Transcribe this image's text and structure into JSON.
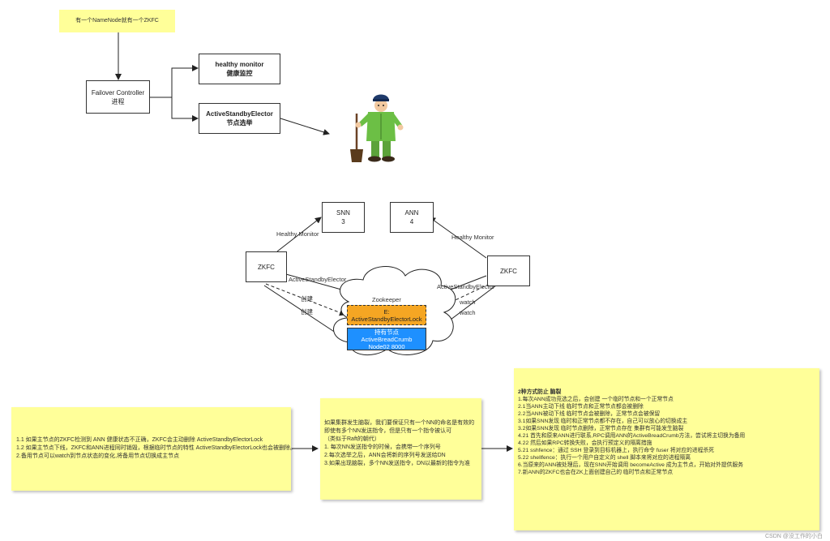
{
  "top_note": "有一个NameNode就有一个ZKFC",
  "failover_controller": {
    "title": "Failover Controller",
    "subtitle": "进程"
  },
  "healthy_monitor": {
    "title": "healthy monitor",
    "subtitle": "健康监控"
  },
  "elector": {
    "title": "ActiveStandbyElector",
    "subtitle": "节点选举"
  },
  "snn": {
    "name": "SNN",
    "num": "3"
  },
  "ann": {
    "name": "ANN",
    "num": "4"
  },
  "zkfc_left": "ZKFC",
  "zkfc_right": "ZKFC",
  "edge_labels": {
    "healthy_left": "Healthy Monitor",
    "healthy_right": "Healthy Monitor",
    "elector_left": "ActiveStandbyElector",
    "elector_right": "ActiveStandbyElector",
    "create1": "创建",
    "create2": "创建",
    "watch1": "watch",
    "watch2": "watch"
  },
  "zookeeper": {
    "label": "Zookeeper",
    "lock_line1": "E:",
    "lock_line2": "ActiveStandbyElectorLock",
    "crumb_line1": "持有节点",
    "crumb_line2": "ActiveBreadCrumb",
    "crumb_line3": "Node02 8000"
  },
  "note_left": {
    "lines": [
      "1.1 如果主节点的ZKFC检测到 ANN 健康状态不正确，ZKFC会主动删除 ActiveStandbyElectorLock",
      "1.2 如果主节点下线，ZKFC和ANN进程同时销毁，根据临时节点的特性 ActiveStandbyElectorLock也会被删除。",
      "",
      "2.备用节点可以watch到节点状态的变化,将备用节点切换成主节点"
    ]
  },
  "note_middle": {
    "lines": [
      "如果集群发生脑裂，我们要保证只有一个NN的命名是有效的",
      "",
      "即使有多个NN发送指令，但是只有一个指令被认可",
      "（类似于Raft的朝代）",
      "",
      "1. 每次NN发送指令的时候，会携带一个序列号",
      "2.每次选举之后，ANN会将新的序列号发送给DN",
      "3.如果出现脑裂，多个NN发送指令，DN以最新的指令为准"
    ]
  },
  "note_right": {
    "lines": [
      "2种方式防止 脑裂",
      "",
      "1.每次ANN成功竞选之后，会创建 一个临时节点和一个正常节点",
      "2.1当ANN主动下线 临时节点和正常节点都会被删除",
      "2.2当ANN被动下线 临时节点会被删除，正常节点会被保留",
      "",
      "3.1如果SNN发现 临时和正常节点都不存在，自己可以放心的切换成主",
      "3.2如果SNN发现 临时节点删除，正常节点存在 集群有可能发生脑裂",
      "",
      "4.21  首先和原来ANN进行联系,RPC调用ANN的ActiveBreadCrumb方法，尝试将主切换为备用",
      "4.22  然后如果RPC转换失败，会执行预定义的隔离措施",
      "",
      "5.21 sshfence：通过 SSH 登录到目标机器上，执行命令 fuser 将对应的进程杀死",
      "5.22 shellfence：执行一个用户自定义的 shell 脚本来将对应的进程隔离",
      "",
      "6.当原来的ANN被处理后，现在SNN开始调用 becomeActive 成为主节点，开始对外提供服务",
      "",
      "7.新ANN的ZKFC也会在ZK上面创建自己的 临时节点和正常节点"
    ]
  },
  "watermark": "CSDN @没工作的小白",
  "colors": {
    "note_bg": "#ffff99",
    "lock_bg": "#f5a623",
    "crumb_bg": "#1e90ff"
  }
}
